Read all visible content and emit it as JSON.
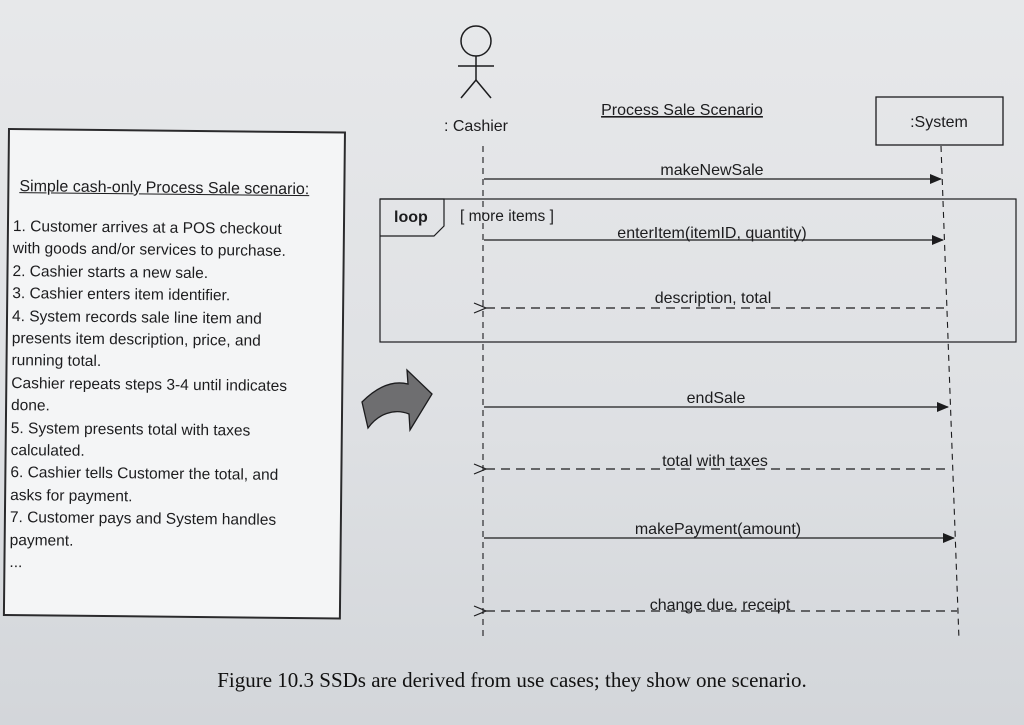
{
  "diagram_title": "Process Sale Scenario",
  "actor_label": ": Cashier",
  "system_label": ":System",
  "scenario": {
    "title": "Simple cash-only Process Sale scenario:",
    "steps": [
      "1. Customer arrives at a POS checkout\nwith goods and/or services to purchase.",
      "2. Cashier starts a new sale.",
      "3. Cashier enters item identifier.",
      "4. System records sale line item and\npresents item description, price, and\nrunning total.",
      "Cashier repeats steps 3-4 until indicates\ndone.",
      "5. System presents total with taxes\ncalculated.",
      "6. Cashier tells Customer the total, and\nasks for payment.",
      "7. Customer pays and System handles\npayment.",
      "..."
    ]
  },
  "loop": {
    "keyword": "loop",
    "guard": "[ more items ]"
  },
  "messages": [
    {
      "label": "makeNewSale",
      "kind": "call"
    },
    {
      "label": "enterItem(itemID, quantity)",
      "kind": "call"
    },
    {
      "label": "description, total",
      "kind": "return"
    },
    {
      "label": "endSale",
      "kind": "call"
    },
    {
      "label": "total with taxes",
      "kind": "return"
    },
    {
      "label": "makePayment(amount)",
      "kind": "call"
    },
    {
      "label": "change due, receipt",
      "kind": "return"
    }
  ],
  "caption": "Figure 10.3 SSDs are derived from use cases; they show one scenario.",
  "colors": {
    "ink": "#1c1c1e",
    "arrow_fill": "#6e6e70"
  }
}
